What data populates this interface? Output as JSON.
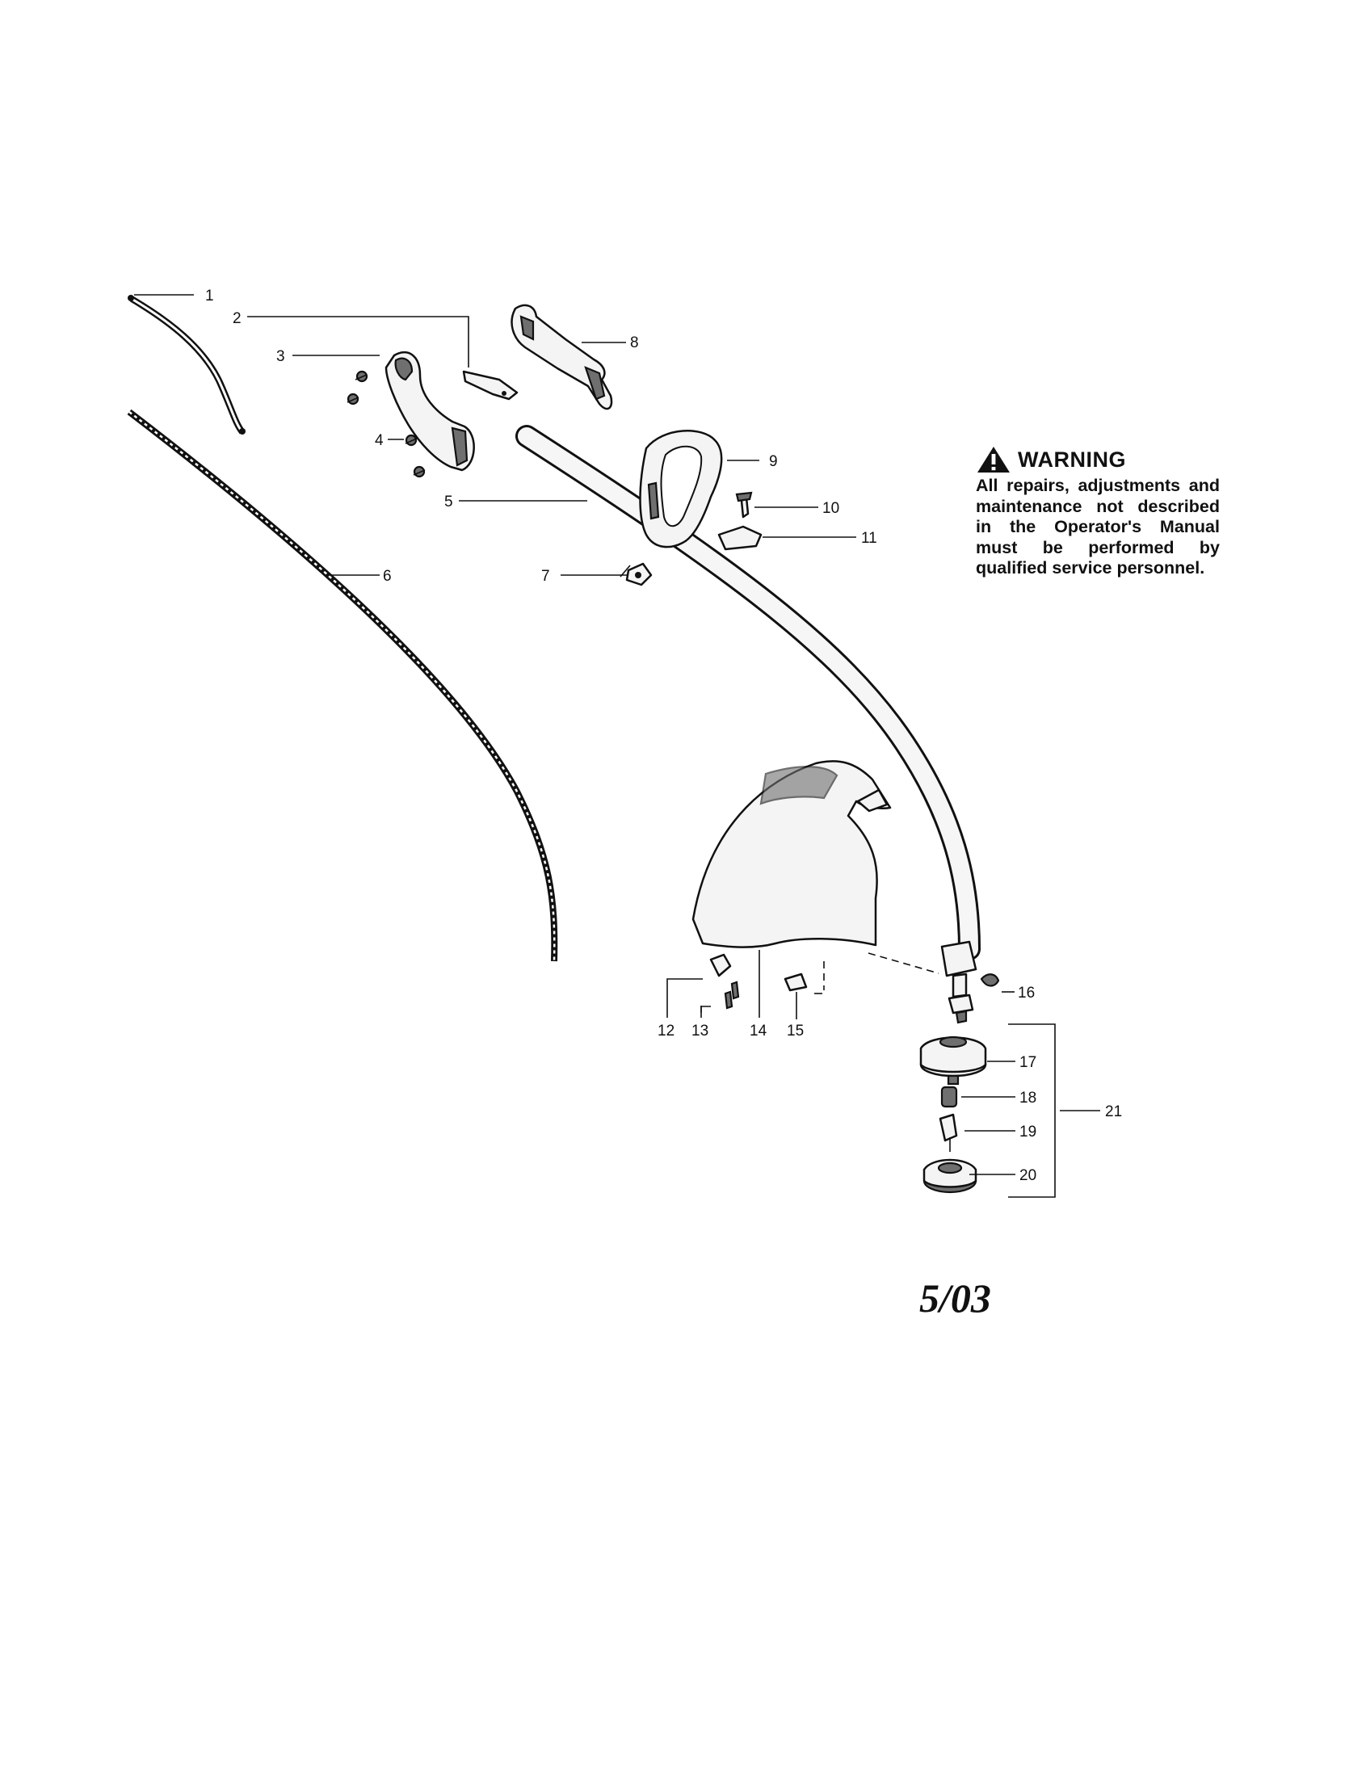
{
  "warning": {
    "title": "WARNING",
    "text": "All repairs, adjustments and maintenance not described in the Operator's Manual must be performed by qualified service personnel."
  },
  "date_label": "5/03",
  "parts": [
    {
      "num": "1"
    },
    {
      "num": "2"
    },
    {
      "num": "3"
    },
    {
      "num": "4"
    },
    {
      "num": "5"
    },
    {
      "num": "6"
    },
    {
      "num": "7"
    },
    {
      "num": "8"
    },
    {
      "num": "9"
    },
    {
      "num": "10"
    },
    {
      "num": "11"
    },
    {
      "num": "12"
    },
    {
      "num": "13"
    },
    {
      "num": "14"
    },
    {
      "num": "15"
    },
    {
      "num": "16"
    },
    {
      "num": "17"
    },
    {
      "num": "18"
    },
    {
      "num": "19"
    },
    {
      "num": "20"
    },
    {
      "num": "21"
    }
  ]
}
